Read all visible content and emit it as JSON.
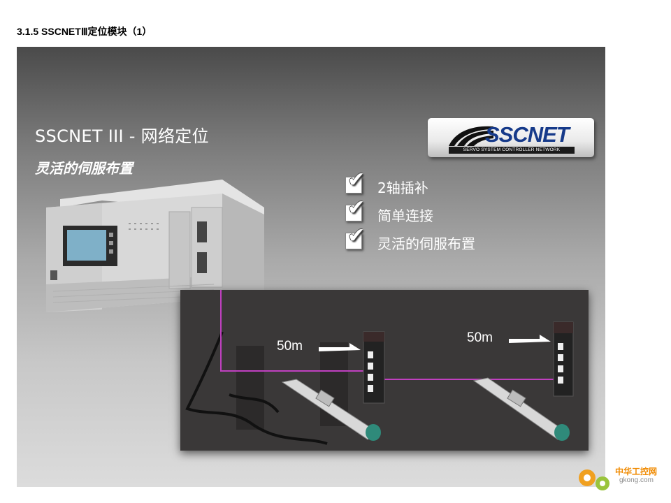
{
  "page": {
    "heading": "3.1.5 SSCNETⅢ定位模块（1）"
  },
  "slide": {
    "title": "SSCNET III - 网络定位",
    "subtitle": "灵活的伺服布置",
    "logo": {
      "text": "SSCNET",
      "tagline": "SERVO SYSTEM CONTROLLER NETWORK",
      "color": "#163a8a"
    },
    "features": [
      {
        "label": "2轴插补",
        "icon": "checkbox-checked-icon"
      },
      {
        "label": "简单连接",
        "icon": "checkbox-checked-icon"
      },
      {
        "label": "灵活的伺服布置",
        "icon": "checkbox-checked-icon"
      }
    ],
    "distances": [
      {
        "label": "50m"
      },
      {
        "label": "50m"
      }
    ],
    "cable_color": "#c040c0"
  },
  "watermark": {
    "title": "中华工控网",
    "site": "gkong.com",
    "color": "#f08a00"
  }
}
